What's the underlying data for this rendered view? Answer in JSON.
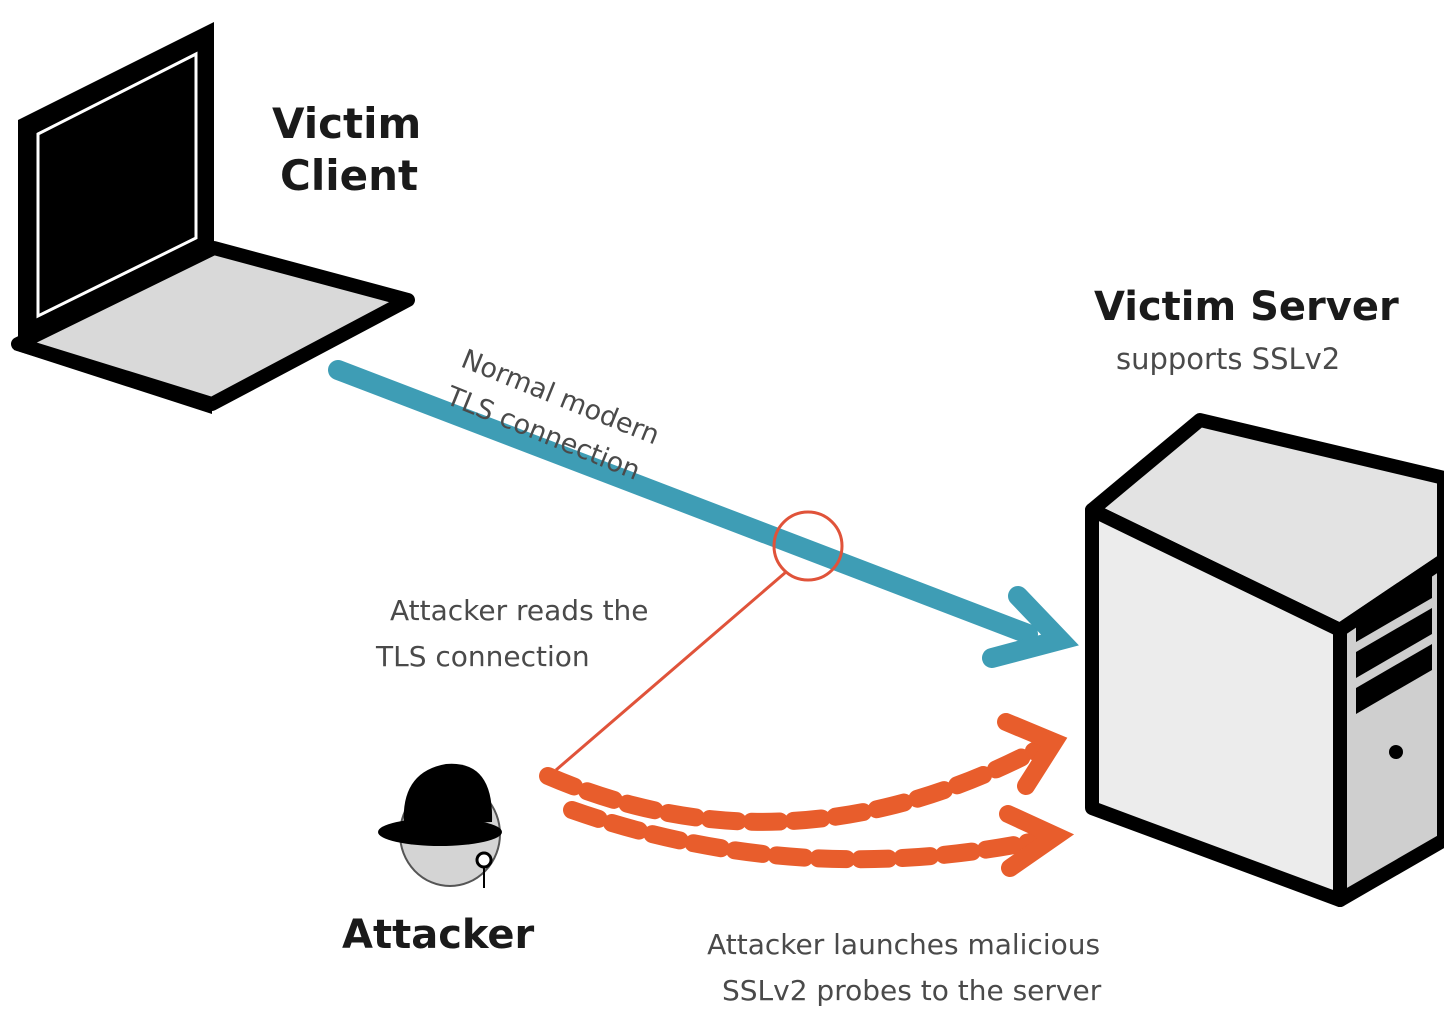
{
  "client": {
    "title_line1": "Victim",
    "title_line2": "Client"
  },
  "server": {
    "title": "Victim Server",
    "subtitle": "supports SSLv2"
  },
  "tls_connection": {
    "line1": "Normal modern",
    "line2": "TLS connection",
    "color": "#3e9db5"
  },
  "interception": {
    "line1": "Attacker reads the",
    "line2": "TLS connection",
    "color": "#e0533a"
  },
  "attacker": {
    "title": "Attacker"
  },
  "probes": {
    "line1": "Attacker launches malicious",
    "line2": "SSLv2 probes to the server",
    "color": "#e85d2c"
  }
}
